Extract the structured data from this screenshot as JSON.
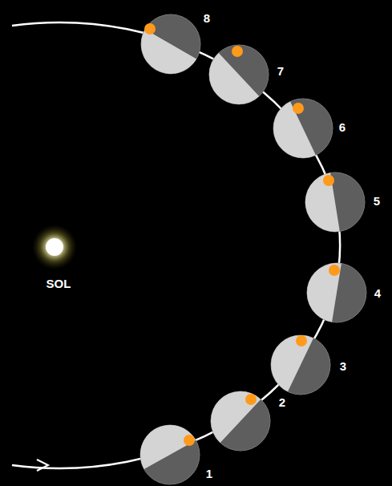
{
  "diagram": {
    "labels": [
      "SOL",
      "1",
      "2",
      "3",
      "4",
      "5",
      "6",
      "7",
      "8"
    ]
  }
}
